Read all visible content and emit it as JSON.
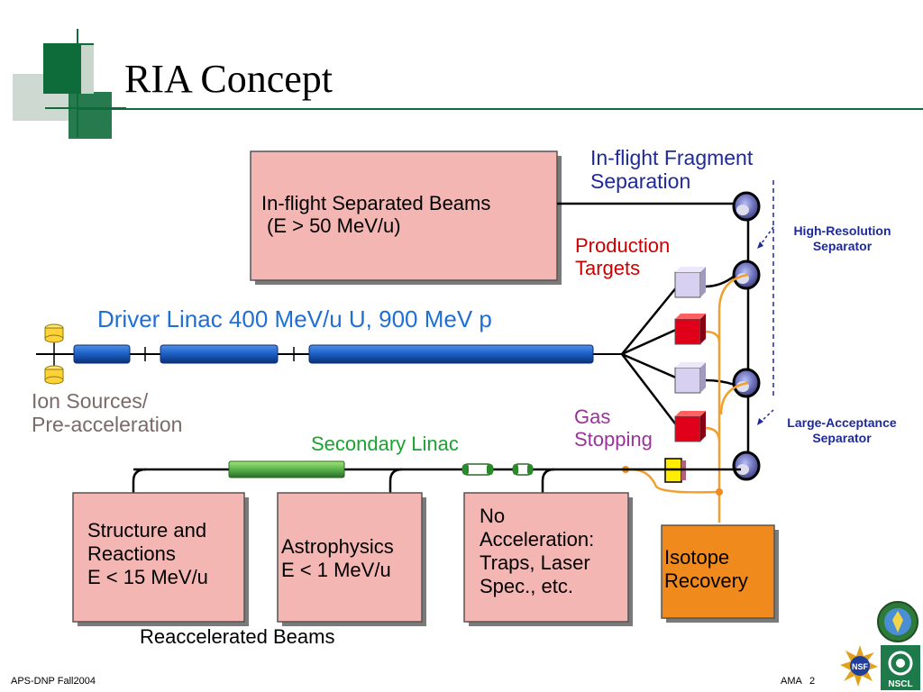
{
  "slide": {
    "title": "RIA Concept",
    "footer_left": "APS-DNP Fall2004",
    "footer_author": "AMA",
    "page_number": "2"
  },
  "diagram": {
    "inflight_beams_box": {
      "line1": "In-flight Separated Beams",
      "line2": "(E > 50 MeV/u)"
    },
    "inflight_fragment_label": {
      "line1": "In-flight Fragment",
      "line2": "Separation"
    },
    "production_targets_label": {
      "line1": "Production",
      "line2": "Targets"
    },
    "high_resolution_label": {
      "line1": "High-Resolution",
      "line2": "Separator"
    },
    "large_acceptance_label": {
      "line1": "Large-Acceptance",
      "line2": "Separator"
    },
    "driver_linac_label": "Driver Linac 400 MeV/u U, 900 MeV p",
    "ion_sources_label": {
      "line1": "Ion Sources/",
      "line2": "Pre-acceleration"
    },
    "gas_stopping_label": {
      "line1": "Gas",
      "line2": "Stopping"
    },
    "secondary_linac_label": "Secondary Linac",
    "structure_box": {
      "line1": "Structure and",
      "line2": "Reactions",
      "line3": "E < 15 MeV/u"
    },
    "astrophysics_box": {
      "line1": "Astrophysics",
      "line2": "E < 1 MeV/u"
    },
    "no_accel_box": {
      "line1": "No",
      "line2": "Acceleration:",
      "line3": "Traps, Laser",
      "line4": "Spec., etc."
    },
    "isotope_box": {
      "line1": "Isotope",
      "line2": "Recovery"
    },
    "reaccelerated_label": "Reaccelerated Beams"
  },
  "logos": {
    "nsf_text": "NSF",
    "nscl_text": "NSCL"
  },
  "colors": {
    "accent_green": "#0e6b3a",
    "box_pink": "#f4b6b3",
    "driver_blue": "#1f6fd6",
    "label_navy": "#1f2a99",
    "production_red": "#cc0000",
    "secondary_green": "#1aa32e",
    "gas_purple": "#993399",
    "isotope_orange": "#f08a1c",
    "gray_text": "#7a6a6a"
  }
}
